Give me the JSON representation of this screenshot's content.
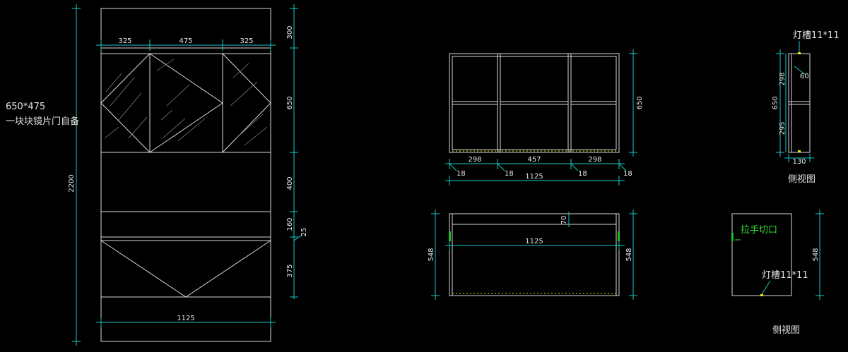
{
  "front": {
    "top_dims": [
      "325",
      "475",
      "325"
    ],
    "right_dims": [
      "300",
      "650",
      "400",
      "160",
      "375"
    ],
    "small_dim": "25",
    "overall_height": "2200",
    "bottom_width": "1125",
    "mirror_note_line1": "650*475",
    "mirror_note_line2": "一块块镜片门自备"
  },
  "cabinet_front": {
    "bay_dims": [
      "298",
      "457",
      "298"
    ],
    "panel_dims": [
      "18",
      "18",
      "18",
      "18"
    ],
    "total_width": "1125",
    "height": "650"
  },
  "cabinet_plan": {
    "depth": "548",
    "width": "1125",
    "top_offset": "70"
  },
  "side_small": {
    "title_note": "灯槽11*11",
    "dims": [
      "298",
      "295"
    ],
    "height": "650",
    "shelf": "60",
    "width": "130",
    "caption": "侧视图"
  },
  "side_plan": {
    "handle_note": "拉手切口",
    "light_note": "灯槽11*11",
    "depth": "548",
    "caption": "侧视图"
  }
}
